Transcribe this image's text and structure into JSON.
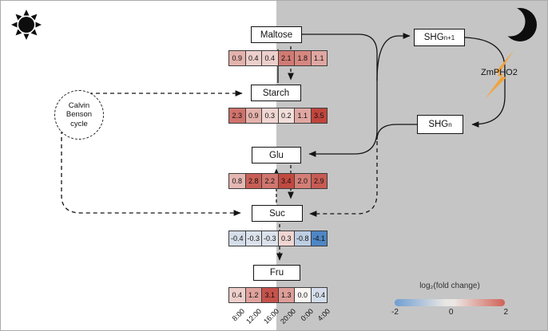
{
  "colors": {
    "day_bg": "#ffffff",
    "night_bg": "#c5c5c5",
    "bolt": "#f2a33c",
    "heat_positive": "#c0453c",
    "heat_negative": "#4e86c4",
    "heat_mid": "#faf6f3"
  },
  "nodes": {
    "maltose": "Maltose",
    "starch": "Starch",
    "glu": "Glu",
    "suc": "Suc",
    "fru": "Fru",
    "shg_product": {
      "base": "SHG",
      "sub": "n+1"
    },
    "shg_substrate": {
      "base": "SHG",
      "sub": "n"
    },
    "calvin": {
      "line1": "Calvin",
      "line2": "Benson",
      "line3": "cycle"
    },
    "enzyme": "ZmPHO2"
  },
  "legend": {
    "title": "log₂(fold change)",
    "tick_min": "-2",
    "tick_mid": "0",
    "tick_max": "2"
  },
  "chart_data": {
    "type": "heatmap",
    "categories": [
      "8:00",
      "12:00",
      "16:00",
      "20:00",
      "0:00",
      "4:00"
    ],
    "series": [
      {
        "name": "Maltose",
        "values": [
          0.9,
          0.4,
          0.4,
          2.1,
          1.8,
          1.1
        ]
      },
      {
        "name": "Starch",
        "values": [
          2.3,
          0.9,
          0.3,
          0.2,
          1.1,
          3.5
        ]
      },
      {
        "name": "Glu",
        "values": [
          0.8,
          2.8,
          2.2,
          3.4,
          2.0,
          2.9
        ]
      },
      {
        "name": "Suc",
        "values": [
          -0.4,
          -0.3,
          -0.3,
          0.3,
          -0.8,
          -4.1
        ]
      },
      {
        "name": "Fru",
        "values": [
          0.4,
          1.2,
          3.1,
          1.3,
          0.0,
          -0.4
        ]
      }
    ],
    "colorbar": {
      "title": "log₂(fold change)",
      "ticks": [
        -2,
        0,
        2
      ],
      "min_color": "#4e86c4",
      "mid_color": "#faf6f3",
      "max_color": "#c0453c"
    }
  }
}
